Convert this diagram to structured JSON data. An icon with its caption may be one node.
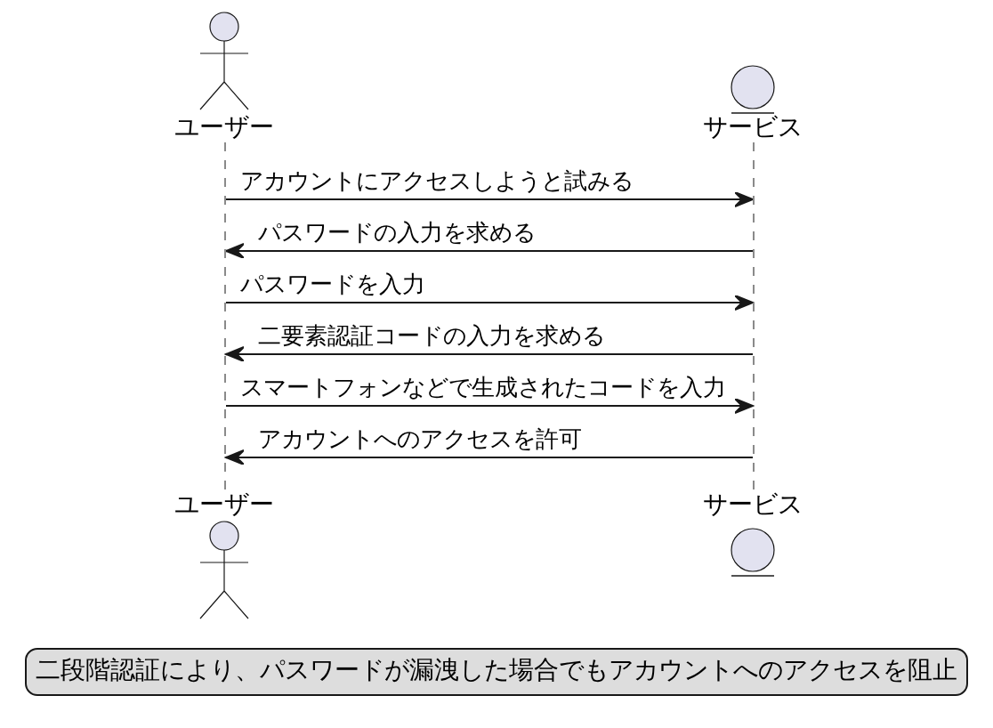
{
  "diagram": {
    "nodes": [
      {
        "text": [
          "ユーザー"
        ]
      },
      {
        "text": [
          "サービス"
        ]
      },
      {
        "text": [],
        "shape": "bar"
      },
      {
        "text": [],
        "shape": "bar"
      },
      {
        "text": [
          "ユーザー"
        ]
      },
      {
        "text": [
          "サービス"
        ]
      },
      {
        "text": [
          "二段階認証により、パスワードが漏洩した場合でもアカウントへのアクセスを阻止"
        ]
      }
    ],
    "edges": [
      {
        "from": 2,
        "to": 3,
        "arrow": "to",
        "label": "アカウントにアクセスしようと試みる"
      },
      {
        "from": 3,
        "to": 2,
        "arrow": "to",
        "label": "パスワードの入力を求める"
      },
      {
        "from": 2,
        "to": 3,
        "arrow": "to",
        "label": "パスワードを入力"
      },
      {
        "from": 3,
        "to": 2,
        "arrow": "to",
        "label": "二要素認証コードの入力を求める"
      },
      {
        "from": 2,
        "to": 3,
        "arrow": "to",
        "label": "スマートフォンなどで生成されたコードを入力"
      },
      {
        "from": 3,
        "to": 2,
        "arrow": "to",
        "label": "アカウントへのアクセスを許可"
      }
    ]
  }
}
